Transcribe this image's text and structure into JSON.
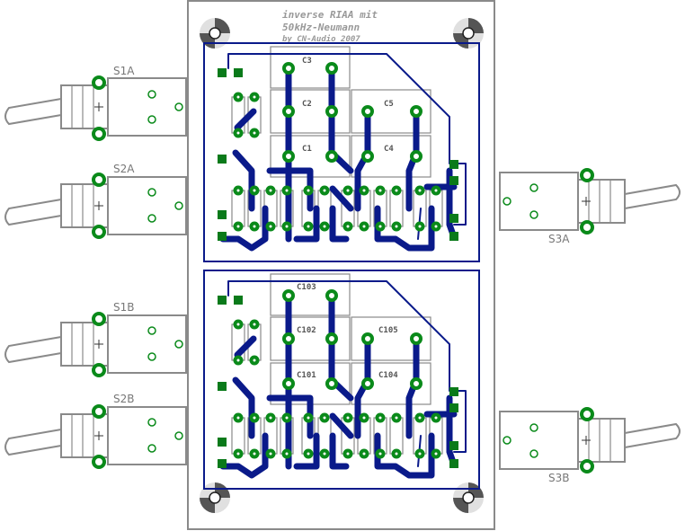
{
  "title": {
    "line1": "inverse RIAA mit",
    "line2": "50kHz-Neumann",
    "line3": "by CN-Audio 2007"
  },
  "switches": {
    "s1a": "S1A",
    "s2a": "S2A",
    "s3a": "S3A",
    "s1b": "S1B",
    "s2b": "S2B",
    "s3b": "S3B"
  },
  "capacitors_top": {
    "c3": "C3",
    "c2": "C2",
    "c5": "C5",
    "c1": "C1",
    "c4": "C4"
  },
  "capacitors_bottom": {
    "c103": "C103",
    "c102": "C102",
    "c105": "C105",
    "c101": "C101",
    "c104": "C104"
  },
  "colors": {
    "trace": "#0a1a8a",
    "pad": "#0a8a1a",
    "silkscreen": "#8a8a8a"
  }
}
